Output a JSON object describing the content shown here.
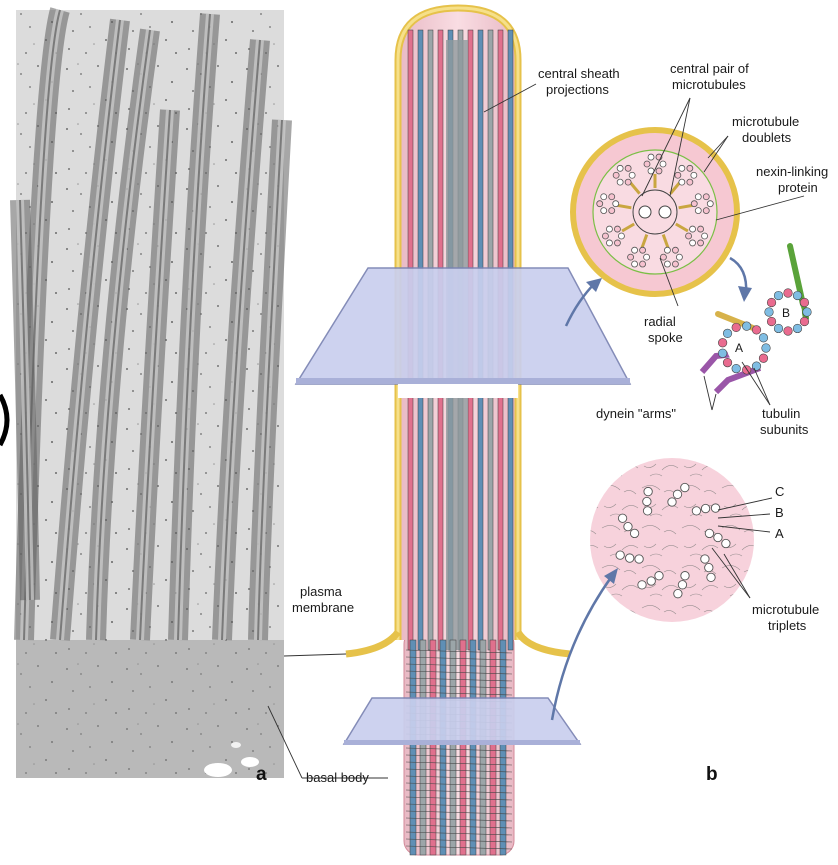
{
  "panels": {
    "a": "a",
    "b": "b"
  },
  "labels": {
    "central_sheath": "central sheath",
    "projections": "projections",
    "central_pair_1": "central pair of",
    "central_pair_2": "microtubules",
    "doublets_1": "microtubule",
    "doublets_2": "doublets",
    "nexin_1": "nexin-linking",
    "nexin_2": "protein",
    "radial_1": "radial",
    "radial_2": "spoke",
    "dynein": "dynein \"arms\"",
    "tubulin_1": "tubulin",
    "tubulin_2": "subunits",
    "tubule_B": "B",
    "tubule_A": "A",
    "triplet_C": "C",
    "triplet_B": "B",
    "triplet_A": "A",
    "triplets_1": "microtubule",
    "triplets_2": "triplets",
    "plasma_1": "plasma",
    "plasma_2": "membrane",
    "basal_body": "basal body"
  },
  "colors": {
    "membrane": "#f2d66a",
    "cylinder": "#f7d7dc",
    "plate": "#cdd3ee",
    "tubule_pink": "#e0708d",
    "tubule_blue": "#5f8fb5",
    "tubule_gray": "#9ba5a8",
    "nexin": "#7abf45",
    "dynein": "#9a56a8"
  }
}
